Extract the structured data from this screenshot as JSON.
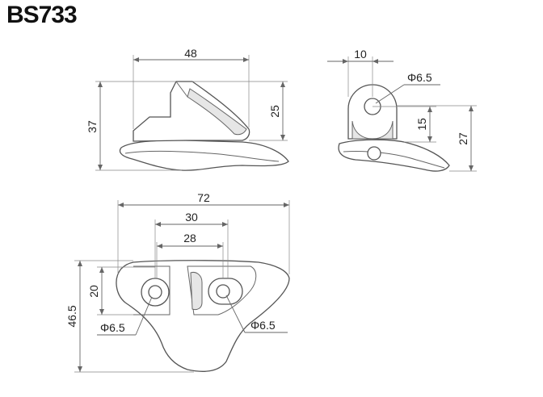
{
  "title": "BS733",
  "front_view": {
    "width": "48",
    "total_height": "37",
    "upper_height": "25"
  },
  "side_view": {
    "width": "10",
    "hole": "Φ6.5",
    "hole_height": "15",
    "total_height": "27"
  },
  "top_view": {
    "overall_width": "72",
    "hole_span_outer": "30",
    "hole_span_inner": "28",
    "depth": "46.5",
    "hole_depth": "20",
    "left_hole": "Φ6.5",
    "right_hole": "Φ6.5"
  }
}
